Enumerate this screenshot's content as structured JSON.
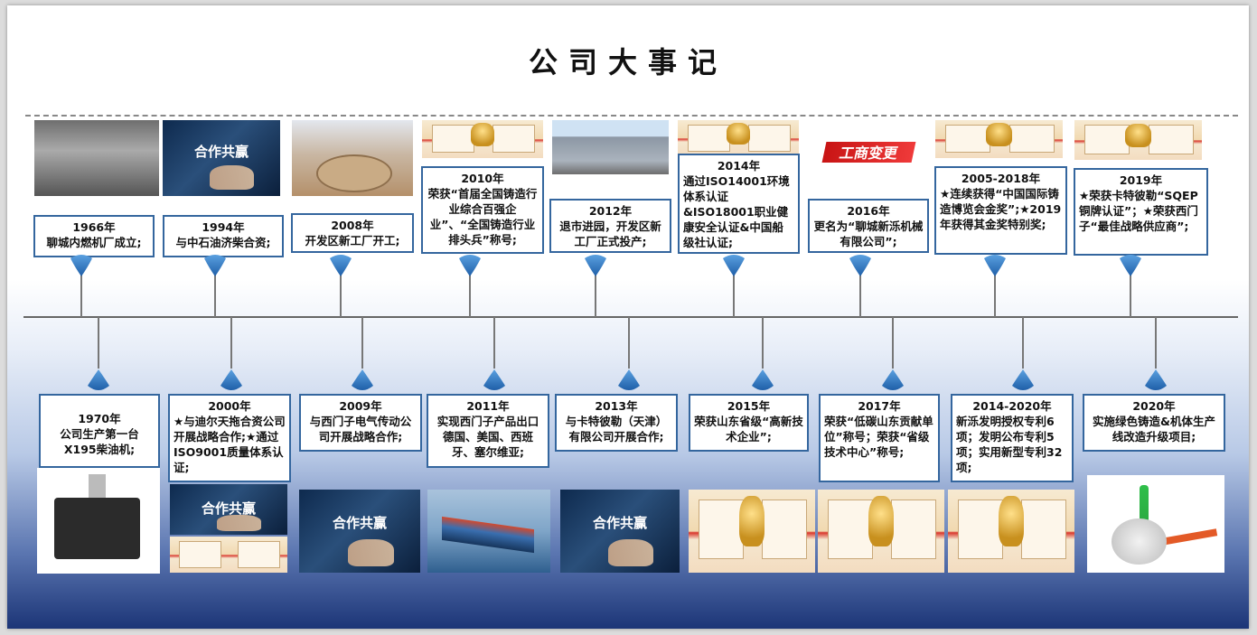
{
  "title": "公司大事记",
  "top_events": [
    {
      "year": "1966年",
      "text": "聊城内燃机厂成立;",
      "image": "historic-photo"
    },
    {
      "year": "1994年",
      "text": "与中石油济柴合资;",
      "image": "handshake",
      "image_text": "合作共赢"
    },
    {
      "year": "2008年",
      "text": "开发区新工厂开工;",
      "image": "groundbreaking-photo"
    },
    {
      "year": "2010年",
      "text": "荣获“首届全国铸造行业综合百强企业”、“全国铸造行业排头兵”称号;",
      "image": "certificate-trophy"
    },
    {
      "year": "2012年",
      "text": "退市进园，开发区新工厂正式投产;",
      "image": "factory-photo"
    },
    {
      "year": "2014年",
      "text": "通过ISO14001环境体系认证&ISO18001职业健康安全认证&中国船级社认证;",
      "image": "certificate-trophy"
    },
    {
      "year": "2016年",
      "text": "更名为“聊城新泺机械有限公司”;",
      "image": "business-change",
      "image_text": "工商变更"
    },
    {
      "year": "2005-2018年",
      "text": "★连续获得“中国国际铸造博览会金奖”;★2019年获得其金奖特别奖;",
      "image": "certificate-trophy"
    },
    {
      "year": "2019年",
      "text": "★荣获卡特彼勒“SQEP铜牌认证”；★荣获西门子“最佳战略供应商”;",
      "image": "certificate-trophy"
    }
  ],
  "bottom_events": [
    {
      "year": "1970年",
      "text": "公司生产第一台X195柴油机;",
      "image": "diesel-engine"
    },
    {
      "year": "2000年",
      "text": "★与迪尔天拖合资公司开展战略合作;★通过ISO9001质量体系认证;",
      "image": "handshake",
      "image_text": "合作共赢"
    },
    {
      "year": "2009年",
      "text": "与西门子电气传动公司开展战略合作;",
      "image": "handshake",
      "image_text": "合作共赢"
    },
    {
      "year": "2011年",
      "text": "实现西门子产品出口德国、美国、西班牙、塞尔维亚;",
      "image": "cargo-ship"
    },
    {
      "year": "2013年",
      "text": "与卡特彼勒（天津）有限公司开展合作;",
      "image": "handshake",
      "image_text": "合作共赢"
    },
    {
      "year": "2015年",
      "text": "荣获山东省级“高新技术企业”;",
      "image": "trophy"
    },
    {
      "year": "2017年",
      "text": "荣获“低碳山东贡献单位”称号；荣获“省级技术中心”称号;",
      "image": "trophy"
    },
    {
      "year": "2014-2020年",
      "text": "新泺发明授权专利6项；发明公布专利5项；实用新型专利32项;",
      "image": "trophy"
    },
    {
      "year": "2020年",
      "text": "实施绿色铸造&机体生产线改造升级项目;",
      "image": "growth-arrow"
    }
  ],
  "colors": {
    "card_border": "#34669e",
    "drop": "#1f5fa8",
    "axis": "#666666",
    "bg_bottom": "#1c3577"
  }
}
